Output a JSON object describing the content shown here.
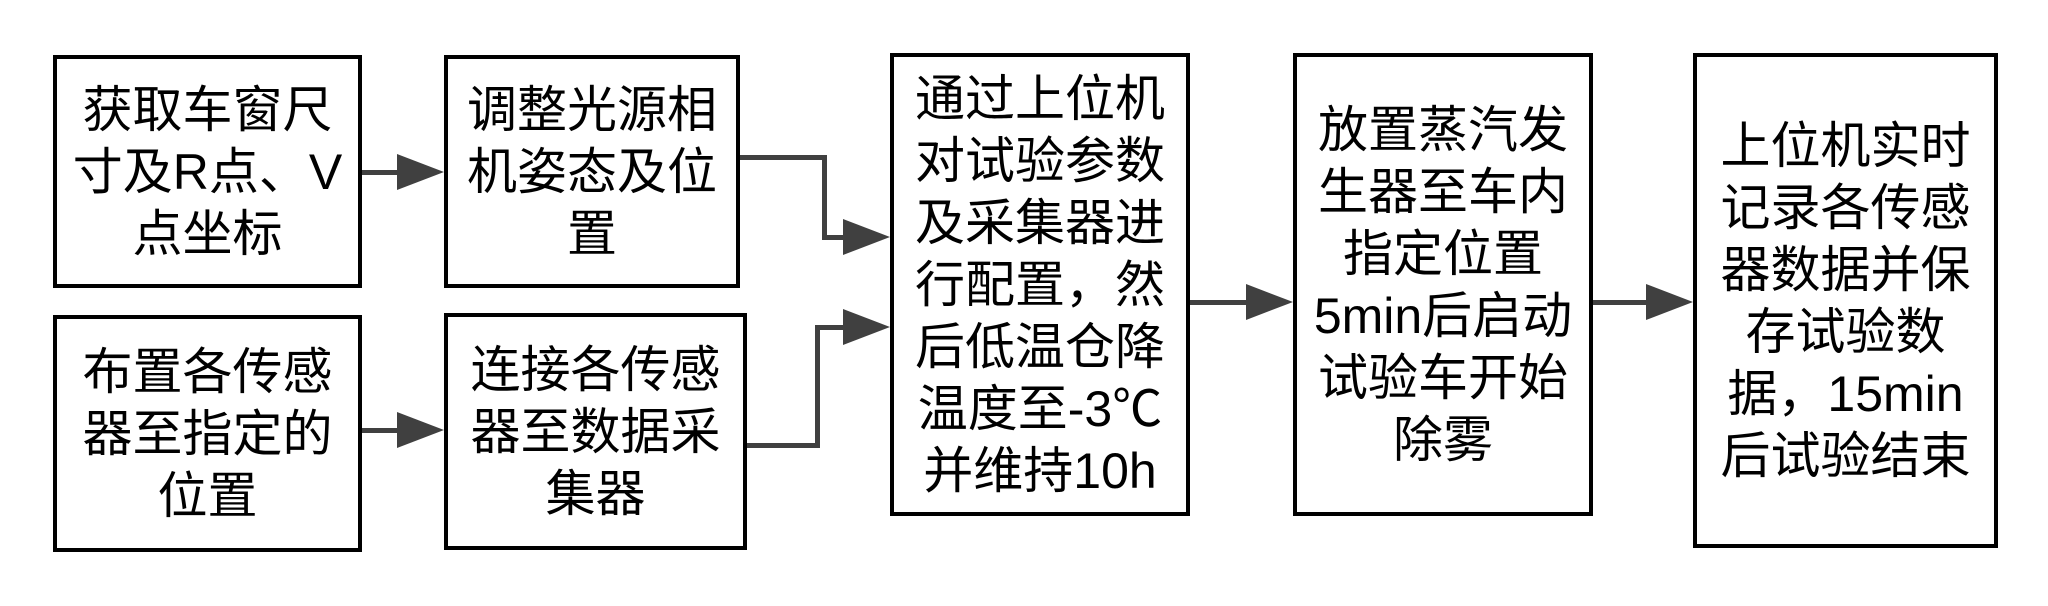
{
  "figure": {
    "type": "flowchart",
    "background_color": "#ffffff",
    "box_border_color": "#000000",
    "arrow_color": "#404040",
    "text_color": "#000000"
  },
  "boxes": [
    {
      "id": "step-1",
      "text": "获取车窗尺\n寸及R点、V\n点坐标"
    },
    {
      "id": "step-2",
      "text": "布置各传感\n器至指定的\n位置"
    },
    {
      "id": "step-3",
      "text": "调整光源相\n机姿态及位\n置"
    },
    {
      "id": "step-4",
      "text": "连接各传感\n器至数据采\n集器"
    },
    {
      "id": "step-5",
      "text": "通过上位机\n对试验参数\n及采集器进\n行配置，然\n后低温仓降\n温度至-3℃\n并维持10h"
    },
    {
      "id": "step-6",
      "text": "放置蒸汽发\n生器至车内\n指定位置\n5min后启动\n试验车开始\n除雾"
    },
    {
      "id": "step-7",
      "text": "上位机实时\n记录各传感\n器数据并保\n存试验数\n据，15min\n后试验结束"
    }
  ],
  "connections": [
    {
      "from": "step-1",
      "to": "step-3"
    },
    {
      "from": "step-2",
      "to": "step-4"
    },
    {
      "from": "step-3",
      "to": "step-5"
    },
    {
      "from": "step-4",
      "to": "step-5"
    },
    {
      "from": "step-5",
      "to": "step-6"
    },
    {
      "from": "step-6",
      "to": "step-7"
    }
  ]
}
